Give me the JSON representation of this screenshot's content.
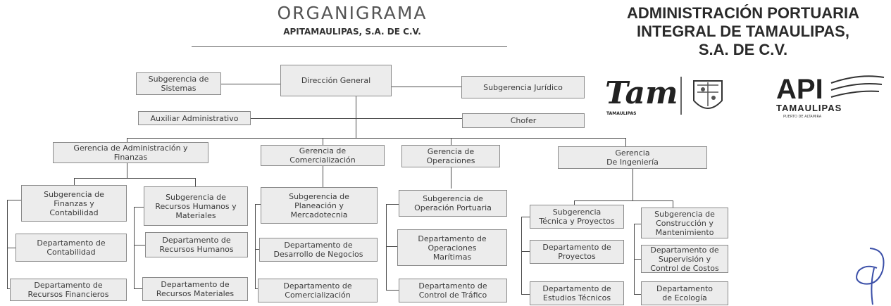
{
  "header": {
    "title": "ORGANIGRAMA",
    "subtitle": "APITAMAULIPAS, S.A. DE C.V.",
    "org_line1": "ADMINISTRACIÓN PORTUARIA",
    "org_line2": "INTEGRAL DE TAMAULIPAS,",
    "org_line3": "S.A. DE C.V."
  },
  "logos": {
    "tam_logo_text": "Tam",
    "tam_logo_caption": "TAMAULIPAS",
    "api_logo_text": "API",
    "api_logo_caption": "TAMAULIPAS",
    "api_logo_small": "PUERTO DE ALTAMIRA"
  },
  "nodes": {
    "direccion": "Dirección General",
    "sub_sistemas": "Subgerencia de\nSistemas",
    "sub_juridico": "Subgerencia Jurídico",
    "aux_admin": "Auxiliar Administrativo",
    "chofer": "Chofer",
    "ger_admin": "Gerencia de Administración y\nFinanzas",
    "ger_comer": "Gerencia de\nComercialización",
    "ger_oper": "Gerencia de\nOperaciones",
    "ger_ing": "Gerencia\nDe Ingeniería",
    "sub_finanzas": "Subgerencia de\nFinanzas y\nContabilidad",
    "dep_contab": "Departamento de\nContabilidad",
    "dep_rec_fin": "Departamento de\nRecursos Financieros",
    "sub_rrhh": "Subgerencia de\nRecursos Humanos y\nMateriales",
    "dep_rrhh": "Departamento de\nRecursos Humanos",
    "dep_rec_mat": "Departamento de\nRecursos Materiales",
    "sub_planeacion": "Subgerencia de\nPlaneación y\nMercadotecnia",
    "dep_negocios": "Departamento de\nDesarrollo de Negocios",
    "dep_comer": "Departamento de\nComercialización",
    "sub_oper_port": "Subgerencia de\nOperación Portuaria",
    "dep_maritimas": "Departamento de\nOperaciones\nMarítimas",
    "dep_trafico": "Departamento de\nControl de Tráfico",
    "sub_tecnica": "Subgerencia\nTécnica y Proyectos",
    "dep_proyectos": "Departamento de\nProyectos",
    "dep_estudios": "Departamento de\nEstudios Técnicos",
    "sub_construccion": "Subgerencia de\nConstrucción y\nMantenimiento",
    "dep_supervision": "Departamento de\nSupervisión y\nControl de Costos",
    "dep_ecologia": "Departamento\nde Ecología"
  }
}
